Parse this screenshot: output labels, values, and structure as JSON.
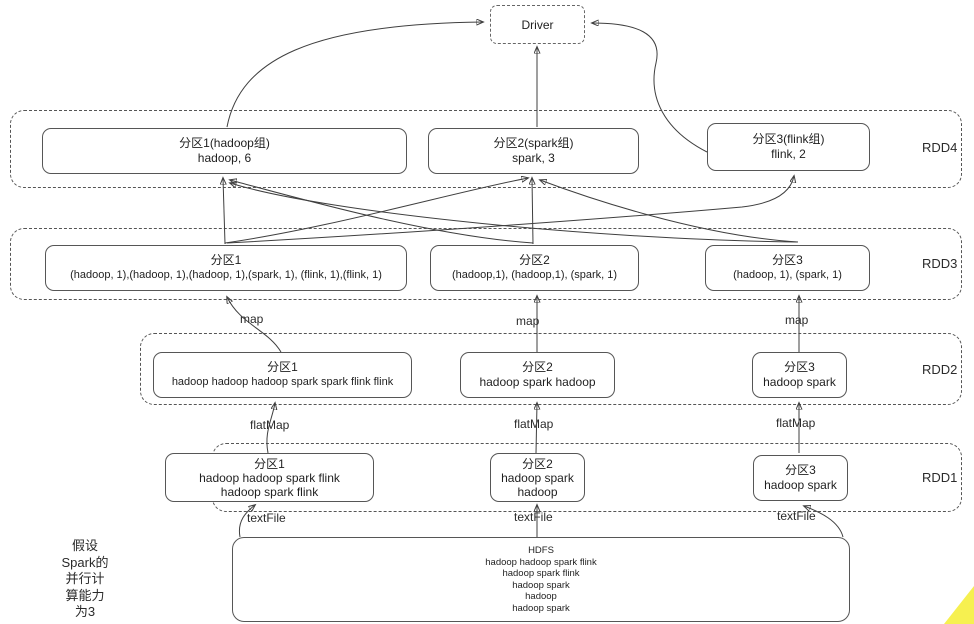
{
  "driver": {
    "label": "Driver"
  },
  "layers": [
    {
      "name": "RDD4",
      "partitions": [
        {
          "title": "分区1(hadoop组)",
          "lines": [
            "hadoop, 6"
          ]
        },
        {
          "title": "分区2(spark组)",
          "lines": [
            "spark, 3"
          ]
        },
        {
          "title": "分区3(flink组)",
          "lines": [
            "flink, 2"
          ]
        }
      ]
    },
    {
      "name": "RDD3",
      "partitions": [
        {
          "title": "分区1",
          "lines": [
            "(hadoop, 1),(hadoop, 1),(hadoop, 1),(spark, 1), (flink, 1),(flink, 1)"
          ]
        },
        {
          "title": "分区2",
          "lines": [
            "(hadoop,1), (hadoop,1), (spark, 1)"
          ]
        },
        {
          "title": "分区3",
          "lines": [
            "(hadoop, 1), (spark, 1)"
          ]
        }
      ]
    },
    {
      "name": "RDD2",
      "partitions": [
        {
          "title": "分区1",
          "lines": [
            "hadoop hadoop hadoop spark spark flink flink"
          ]
        },
        {
          "title": "分区2",
          "lines": [
            "hadoop spark hadoop"
          ]
        },
        {
          "title": "分区3",
          "lines": [
            "hadoop spark"
          ]
        }
      ]
    },
    {
      "name": "RDD1",
      "partitions": [
        {
          "title": "分区1",
          "lines": [
            "hadoop hadoop spark flink",
            "hadoop spark flink"
          ]
        },
        {
          "title": "分区2",
          "lines": [
            "hadoop spark",
            "hadoop"
          ]
        },
        {
          "title": "分区3",
          "lines": [
            "hadoop spark"
          ]
        }
      ]
    }
  ],
  "hdfs": {
    "title": "HDFS",
    "lines": [
      "hadoop hadoop spark flink",
      "hadoop spark flink",
      "hadoop spark",
      "hadoop",
      "hadoop spark"
    ]
  },
  "edge_labels": {
    "map": "map",
    "flat_map": "flatMap",
    "text_file": "textFile"
  },
  "note": {
    "lines": [
      "假设",
      "Spark的",
      "并行计",
      "算能力",
      "为3"
    ]
  },
  "colors": {
    "stroke": "#3f3f3f",
    "highlight": "#f5ee3d"
  }
}
